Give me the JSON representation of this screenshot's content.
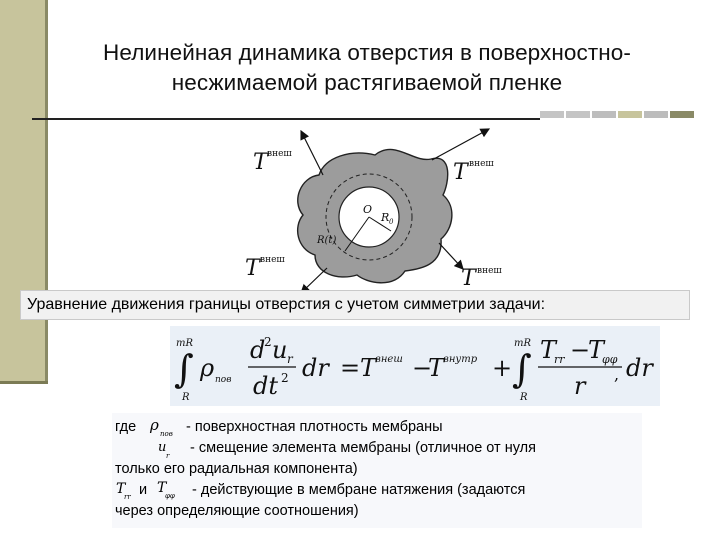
{
  "slide": {
    "title_line1": "Нелинейная динамика отверстия в поверхностно-",
    "title_line2": "несжимаемой растягиваемой пленке",
    "accent_color": "#c7c49c"
  },
  "figure": {
    "label_T": "T",
    "label_ext": "внеш",
    "label_O": "O",
    "label_R0": "R",
    "label_R0_sub": "0",
    "label_Rt": "R(t)"
  },
  "equation_heading": "Уравнение движения границы отверстия с учетом симметрии задачи:",
  "equation": {
    "upper_limit": "mR",
    "lower_limit": "R",
    "rho": "ρ",
    "rho_sub": "пов",
    "d2": "d",
    "sup2": "2",
    "u": "u",
    "u_sub": "r",
    "dt2": "dt",
    "dr": "dr",
    "eq": "=",
    "T_ext_sup": "внеш",
    "T_int_sup": "внутр",
    "minus": "−",
    "plus": "+",
    "Trr": "T",
    "Trr_sub": "rr",
    "Tphi_sub": "φφ",
    "r": "r",
    "comma": ","
  },
  "definitions": {
    "where": "где",
    "rho_sym": "ρ",
    "rho_sym_sub": "пов",
    "rho_text": "- поверхностная плотность мембраны",
    "u_sym": "u",
    "u_sym_sub": "r",
    "u_text": "- смещение элемента мембраны (отличное от нуля",
    "u_text2": "только его радиальная компонента)",
    "Trr_sym": "T",
    "Trr_sym_sub": "rr",
    "and": "и",
    "Tphi_sym": "T",
    "Tphi_sym_sub": "φφ",
    "T_text": "- действующие в мембране натяжения (задаются",
    "T_text2": "через определяющие соотношения)"
  }
}
